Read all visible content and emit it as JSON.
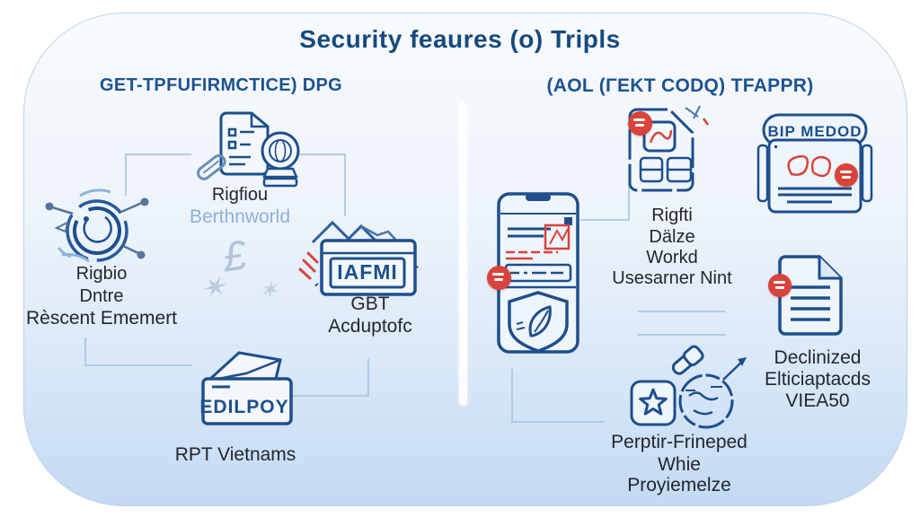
{
  "title": "Security feaures (o) Tripls",
  "left_panel": {
    "header": "GET-TPFUFIRMCTICE) DPG",
    "document_node": {
      "label_line1": "Rigfiou",
      "label_line2": "Berthnworld"
    },
    "network_node": {
      "label_line1": "Rigbio",
      "label_line2": "Dntre",
      "label_line3": "Rèscent Ememert"
    },
    "wallet_node": {
      "wallet_text": "IAFMI",
      "label_line1": "GBT",
      "label_line2": "Acduptofc"
    },
    "envelope_node": {
      "envelope_text": "EDILPOY",
      "label": "RPT Vietnams"
    }
  },
  "right_panel": {
    "header": "(AOL (ΓEKT CODQ) TFAPPR)",
    "sim_node": {
      "label_line1": "Rigfti",
      "label_line2": "Dälze",
      "label_line3": "Workd",
      "label_line4": "Usesarner Nint"
    },
    "browser_node": {
      "header_text": "BIP MEDOD"
    },
    "document_node": {
      "label_line1": "Declinized",
      "label_line2": "Elticiaptacds",
      "label_line3": "VIEA50"
    },
    "reward_node": {
      "label_line1": "Perptir-Frineped",
      "label_line2": "Whie",
      "label_line3": "Proyiemelze"
    }
  },
  "center_sketch": {
    "glyph1": "£",
    "glyph2": "✶",
    "glyph3": "✶"
  },
  "icons": {
    "document_search_icon": "document-with-magnifier-and-paperclip",
    "network_icon": "circular-ai-network",
    "wallet_icon": "wallet-with-mountain-chart-arrow",
    "envelope_icon": "open-envelope-mailbox",
    "smartphone_icon": "phone-with-shield-leaf",
    "sim_card_icon": "sim-card-with-chip",
    "browser_card_icon": "browser-window-card",
    "document_icon": "document-with-lines",
    "reward_icon": "star-badge-globe-rocket",
    "alert_badge": "red-alert-dot"
  },
  "colors": {
    "navy": "#1e4e8c",
    "title_navy": "#17497f",
    "header_blue": "#1c5292",
    "accent_red": "#d8433c",
    "connector_blue": "#a9c6e2",
    "muted_label_blue": "#8cb2d8",
    "card_bg_top": "#f8fbfe",
    "card_bg_bottom": "#c3daf4"
  }
}
